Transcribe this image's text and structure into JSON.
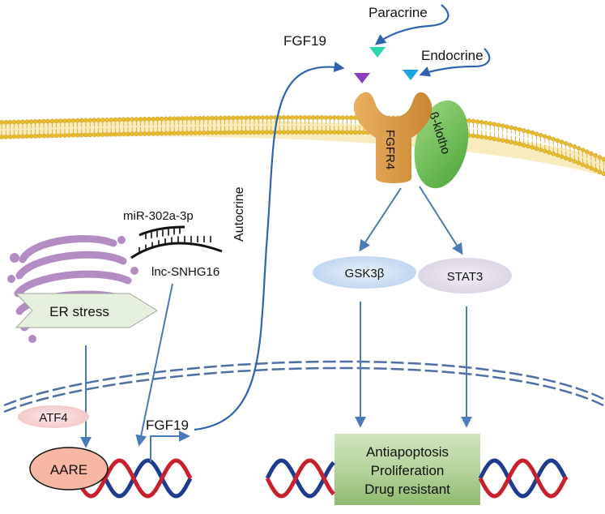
{
  "labels": {
    "paracrine": "Paracrine",
    "endocrine": "Endocrine",
    "fgf19_top": "FGF19",
    "autocrine": "Autocrine",
    "fgfr4": "FGFR4",
    "beta_klotho": "β-klotho",
    "mirna": "miR-302a-3p",
    "lncrna": "lnc-SNHG16",
    "er_stress": "ER stress",
    "gsk3b": "GSK3β",
    "stat3": "STAT3",
    "atf4": "ATF4",
    "aare": "AARE",
    "fgf19_gene": "FGF19",
    "outcomes": [
      "Antiapoptosis",
      "Proliferation",
      "Drug resistant"
    ]
  },
  "colors": {
    "arrow": "#4a7ab8",
    "arrow_dark": "#2f63ad",
    "membrane_head": "#e9bc2c",
    "fgfr4": "#d99a45",
    "klotho": "#6bbf4e",
    "ligand_paracrine": "#2ed6b0",
    "ligand_endocrine": "#1aa4e0",
    "ligand_autocrine": "#8d3cc0",
    "golgi": "#b48cc4",
    "er_banner": "#e6f0df",
    "gsk3b_fill": "#c8dcf0",
    "stat3_fill": "#e2dcea",
    "atf4_fill": "#f6d2d2",
    "aare_fill": "#f7b7a3",
    "outcome_box": "#a6c88a",
    "dna_red": "#c8202c",
    "dna_blue": "#1e3b8e"
  }
}
